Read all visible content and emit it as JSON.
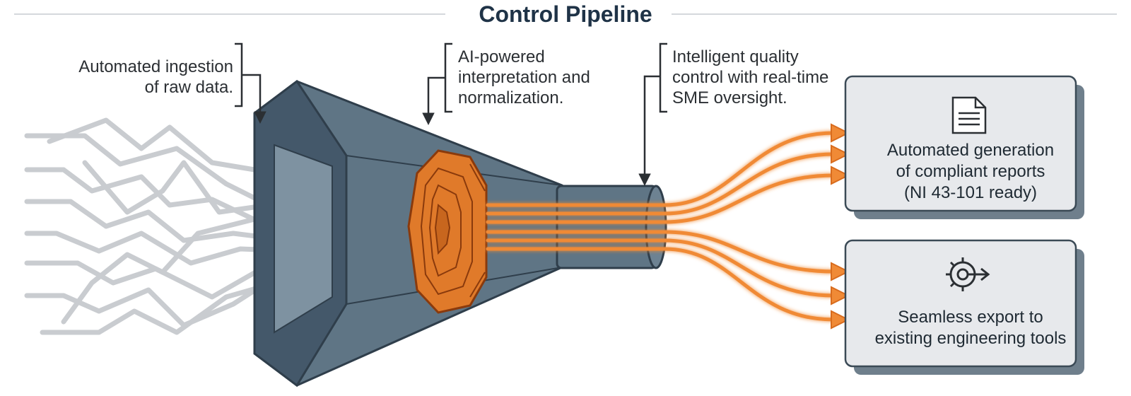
{
  "title": "Control Pipeline",
  "captions": {
    "ingestion": [
      "Automated ingestion",
      "of raw data."
    ],
    "interpretation": [
      "AI-powered",
      "interpretation and",
      "normalization."
    ],
    "quality": [
      "Intelligent quality",
      "control with real-time",
      "SME oversight."
    ]
  },
  "outputs": {
    "reports": {
      "lines": [
        "Automated generation",
        "of compliant reports",
        "(NI 43-101 ready)"
      ],
      "icon": "document-icon"
    },
    "export": {
      "lines": [
        "Seamless export to",
        "existing engineering tools"
      ],
      "icon": "gear-export-icon"
    }
  },
  "colors": {
    "funnel": "#5f7585",
    "funnel_dark": "#44586a",
    "core": "#e07a2a",
    "stream": "#f08a36",
    "raw_lines": "#c9ccd0",
    "card_fill": "#e7e9ec",
    "card_shadow": "#6f7f8c",
    "title": "#1f3347"
  }
}
